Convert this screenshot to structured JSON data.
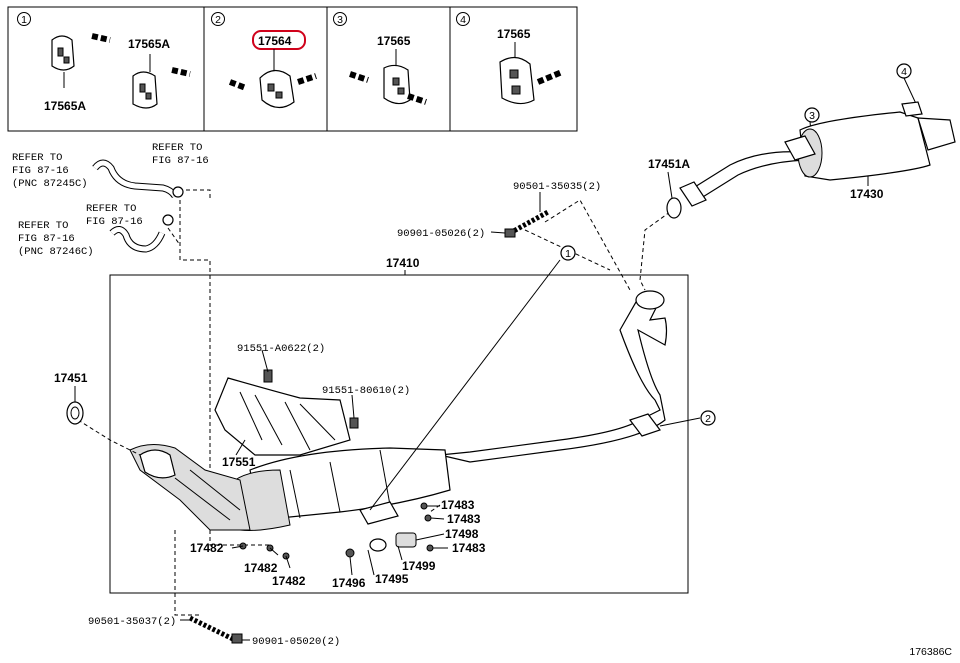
{
  "inset": {
    "boxes": [
      {
        "num": "1",
        "labels": [
          "17565A",
          "17565A"
        ]
      },
      {
        "num": "2",
        "labels": [
          "17564"
        ],
        "highlighted": "17564"
      },
      {
        "num": "3",
        "labels": [
          "17565"
        ]
      },
      {
        "num": "4",
        "labels": [
          "17565"
        ]
      }
    ]
  },
  "refs": [
    {
      "lines": [
        "REFER TO",
        "FIG 87-16",
        "(PNC 87245C)"
      ]
    },
    {
      "lines": [
        "REFER TO",
        "FIG 87-16"
      ]
    },
    {
      "lines": [
        "REFER TO",
        "FIG 87-16"
      ]
    },
    {
      "lines": [
        "REFER TO",
        "FIG 87-16",
        "(PNC 87246C)"
      ]
    }
  ],
  "parts": {
    "p17410": "17410",
    "p17451": "17451",
    "p17451A": "17451A",
    "p17430": "17430",
    "p17551": "17551",
    "p90501_35035": "90501-35035(2)",
    "p90901_05026": "90901-05026(2)",
    "p91551_A0622": "91551-A0622(2)",
    "p91551_80610": "91551-80610(2)",
    "p17483a": "17483",
    "p17483b": "17483",
    "p17483c": "17483",
    "p17498": "17498",
    "p17499": "17499",
    "p17495": "17495",
    "p17496": "17496",
    "p17482a": "17482",
    "p17482b": "17482",
    "p17482c": "17482",
    "p90501_35037": "90501-35037(2)",
    "p90901_05020": "90901-05020(2)"
  },
  "callouts": {
    "c1": "1",
    "c2": "2",
    "c3": "3",
    "c4": "4"
  },
  "diagram_id": "176386C",
  "colors": {
    "highlight": "#d0021b"
  }
}
